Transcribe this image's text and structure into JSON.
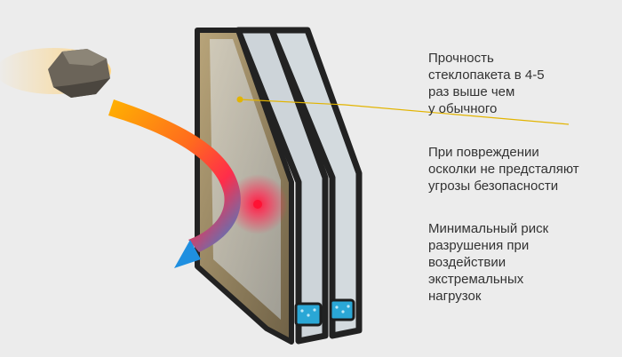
{
  "callouts": [
    {
      "text": "Прочность\nстеклопакета в 4-5\nраз выше чем\nу обычного"
    },
    {
      "text": "При повреждении\nосколки не предсталяют\nугрозы безопасности"
    },
    {
      "text": "Минимальный риск\nразрушения при\nвоздействии\nэкстремальных\nнагрузок"
    }
  ],
  "colors": {
    "background": "#ececec",
    "text": "#333333",
    "leader_line": "#e2b400",
    "frame": "#2a2a2a",
    "glass": "#cfd6dc",
    "spacer_beads": "#2aa7d6",
    "arrow_warm": "#ff3a2a",
    "arrow_cool": "#1f8fe0"
  },
  "icons": [
    "rock-icon",
    "impact-arrow-icon",
    "impact-point-icon"
  ]
}
